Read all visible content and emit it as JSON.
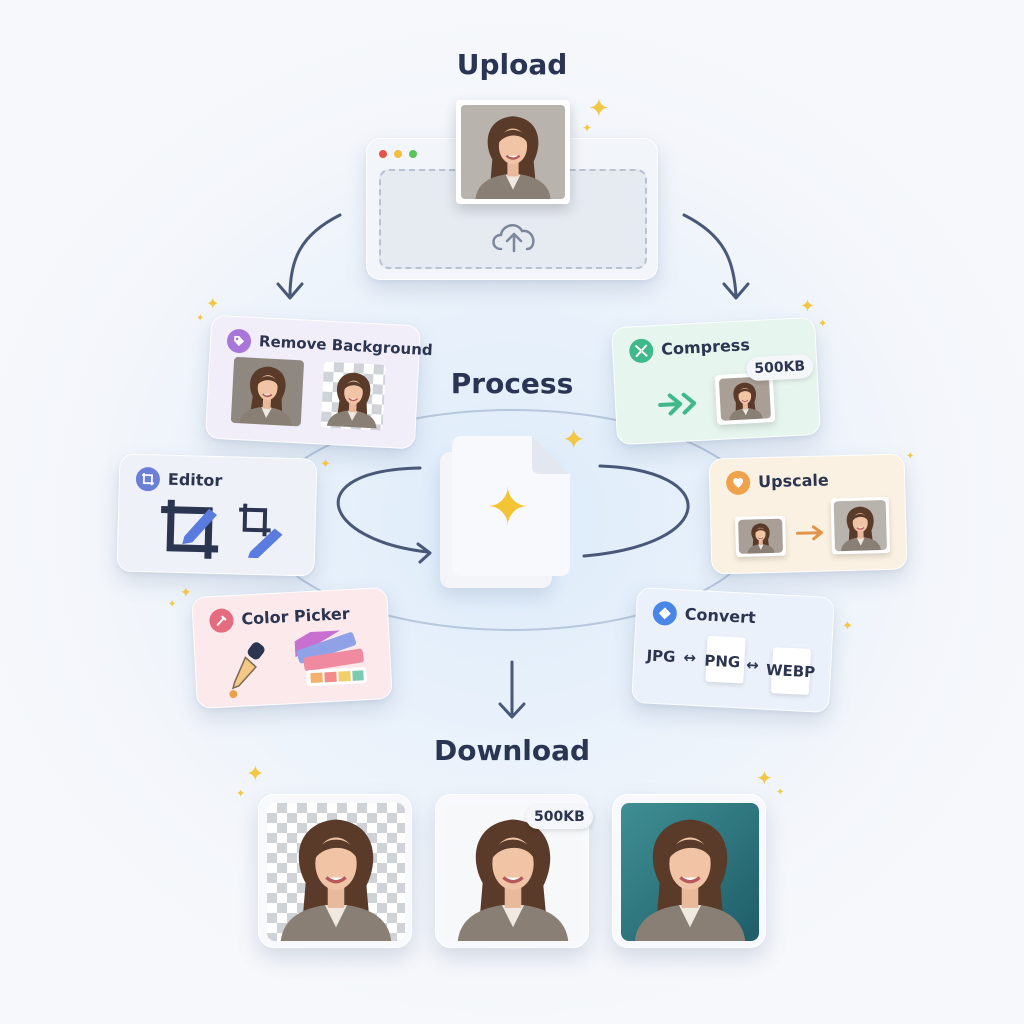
{
  "headings": {
    "upload": "Upload",
    "process": "Process",
    "download": "Download"
  },
  "tools": {
    "remove_background": {
      "label": "Remove Background",
      "icon": "tag-icon",
      "color": "#a875d8"
    },
    "editor": {
      "label": "Editor",
      "icon": "crop-icon",
      "color": "#6b7fd6"
    },
    "color_picker": {
      "label": "Color Picker",
      "icon": "eyedropper-icon",
      "color": "#e56b7f"
    },
    "compress": {
      "label": "Compress",
      "icon": "compress-icon",
      "color": "#3fb98a",
      "size": "500KB"
    },
    "upscale": {
      "label": "Upscale",
      "icon": "heart-icon",
      "color": "#f0a24a"
    },
    "convert": {
      "label": "Convert",
      "icon": "diamond-icon",
      "color": "#4a86e8",
      "formats": [
        "JPG",
        "PNG",
        "WEBP"
      ],
      "separator": "↔"
    }
  },
  "download": {
    "compressed_size": "500KB"
  }
}
